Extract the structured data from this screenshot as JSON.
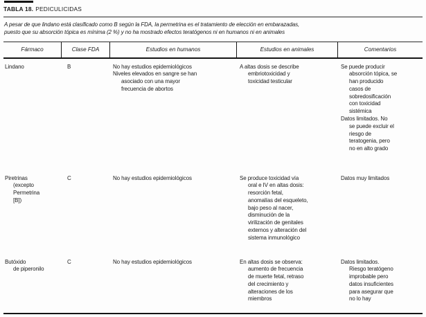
{
  "title": {
    "prefix": "TABLA 18.",
    "name": "PEDICULICIDAS"
  },
  "note": "A pesar de que lindano está clasificado como B según la FDA, la permetrina es el tratamiento de elección en embarazadas,\npuesto que su absorción tópica es mínima (2 %) y no ha mostrado efectos teratógenos ni en humanos ni en animales",
  "table": {
    "headers": [
      "Fármaco",
      "Clase FDA",
      "Estudios en humanos",
      "Estudios en animales",
      "Comentarios"
    ],
    "rows": [
      {
        "farmaco": "Lindano",
        "clase_fda": "B",
        "estudios_humanos": [
          "No hay estudios epidemiológicos",
          "Niveles elevados en sangre se han\nasociado con una mayor\nfrecuencia de abortos"
        ],
        "estudios_animales": [
          "A altas dosis se describe\nembriotoxicidad y\ntoxicidad testicular"
        ],
        "comentarios": [
          "Se puede producir\nabsorción tópica, se\nhan producido\ncasos de\nsobredosificación\ncon toxicidad\nsistémica",
          "Datos limitados. No\nse puede excluir el\nriesgo de\nteratogenia, pero\nno en alto grado"
        ]
      },
      {
        "farmaco": "Piretrinas\n(excepto\nPermetrina\n[B])",
        "clase_fda": "C",
        "estudios_humanos": [
          "No hay estudios epidemiológicos"
        ],
        "estudios_animales": [
          "Se produce toxicidad vía\noral e IV en altas dosis:\nresorción fetal,\nanomalías del esqueleto,\nbajo peso al nacer,\ndisminución de la\nvirilización de genitales\nexternos y alteración del\nsistema inmunológico"
        ],
        "comentarios": [
          "Datos muy limitados"
        ]
      },
      {
        "farmaco": "Butóxido\nde piperonilo",
        "clase_fda": "C",
        "estudios_humanos": [
          "No hay estudios epidemiológicos"
        ],
        "estudios_animales": [
          "En altas dosis se observa:\naumento de frecuencia\nde muerte fetal, retraso\ndel crecimiento y\nalteraciones de los\nmiembros"
        ],
        "comentarios": [
          "Datos limitados.\nRiesgo teratógeno\nimprobable pero\ndatos insuficientes\npara asegurar que\nno lo hay"
        ]
      }
    ]
  }
}
